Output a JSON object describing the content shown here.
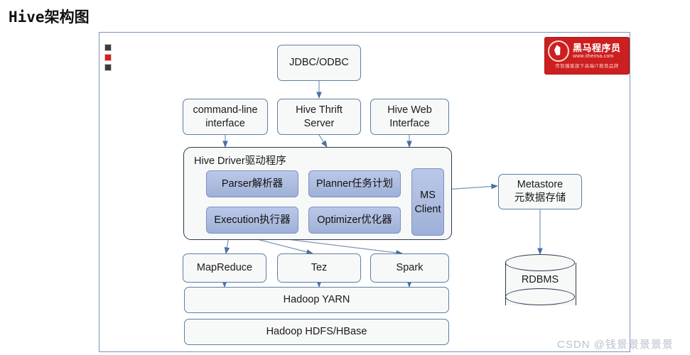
{
  "page": {
    "title_en": "Hive",
    "title_cn": "架构图",
    "watermark": "CSDN @钱景景景景景"
  },
  "logo": {
    "name": "黑马程序员",
    "url": "www.itheima.com",
    "tagline": "传智播客旗下高端IT教育品牌",
    "brand_color": "#cc1f1f"
  },
  "markers": [
    {
      "name": "marker-dark-1",
      "color": "#3d3d3d"
    },
    {
      "name": "marker-red",
      "color": "#e01b1b"
    },
    {
      "name": "marker-dark-2",
      "color": "#3d3d3d"
    }
  ],
  "diagram": {
    "client_layer": {
      "jdbc_odbc": "JDBC/ODBC",
      "command_line": "command-line interface",
      "thrift_server": "Hive Thrift Server",
      "web_interface": "Hive Web Interface"
    },
    "driver": {
      "label": "Hive Driver驱动程序",
      "components": [
        {
          "key": "parser",
          "label": "Parser解析器"
        },
        {
          "key": "planner",
          "label": "Planner任务计划"
        },
        {
          "key": "execution",
          "label": "Execution执行器"
        },
        {
          "key": "optimizer",
          "label": "Optimizer优化器"
        },
        {
          "key": "ms_client",
          "label": "MS Client"
        }
      ]
    },
    "metastore": {
      "title": "Metastore",
      "subtitle": "元数据存储",
      "storage": "RDBMS"
    },
    "engines": [
      {
        "key": "mapreduce",
        "label": "MapReduce"
      },
      {
        "key": "tez",
        "label": "Tez"
      },
      {
        "key": "spark",
        "label": "Spark"
      }
    ],
    "platform": {
      "yarn": "Hadoop YARN",
      "hdfs": "Hadoop HDFS/HBase"
    },
    "colors": {
      "box_fill": "#f7f8f8",
      "box_border": "#5b7fa6",
      "blue_box": "#aebddf",
      "arrow": "#4a6fa5"
    }
  }
}
